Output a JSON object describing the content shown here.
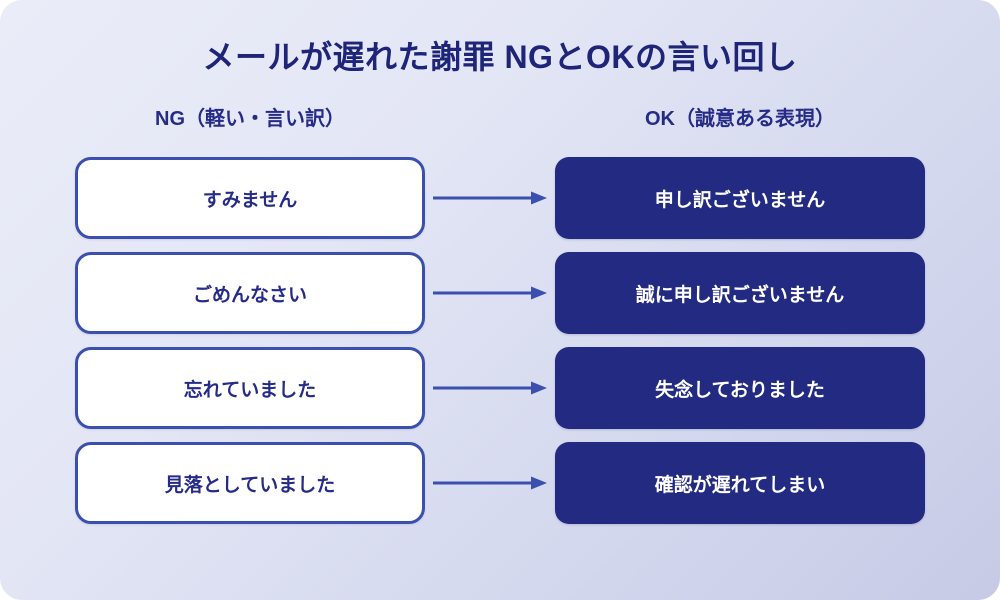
{
  "title": "メールが遅れた謝罪 NGとOKの言い回し",
  "columns": {
    "ng_header": "NG（軽い・言い訳）",
    "ok_header": "OK（誠意ある表現）"
  },
  "colors": {
    "title": "#1e2478",
    "ng_border": "#3b4fae",
    "ng_text": "#252b86",
    "ng_fill": "#ffffff",
    "ok_fill": "#232a82",
    "ok_text": "#ffffff",
    "arrow": "#3b4fae",
    "bg_start": "#eaecf8",
    "bg_end": "#c6cae5"
  },
  "icons": {
    "arrow": "arrow-right-icon"
  },
  "rows": [
    {
      "ng": "すみません",
      "ok": "申し訳ございません",
      "arrow": "arrow-right-icon"
    },
    {
      "ng": "ごめんなさい",
      "ok": "誠に申し訳ございません",
      "arrow": "arrow-right-icon"
    },
    {
      "ng": "忘れていました",
      "ok": "失念しておりました",
      "arrow": "arrow-right-icon"
    },
    {
      "ng": "見落としていました",
      "ok": "確認が遅れてしまい",
      "arrow": "arrow-right-icon"
    }
  ]
}
